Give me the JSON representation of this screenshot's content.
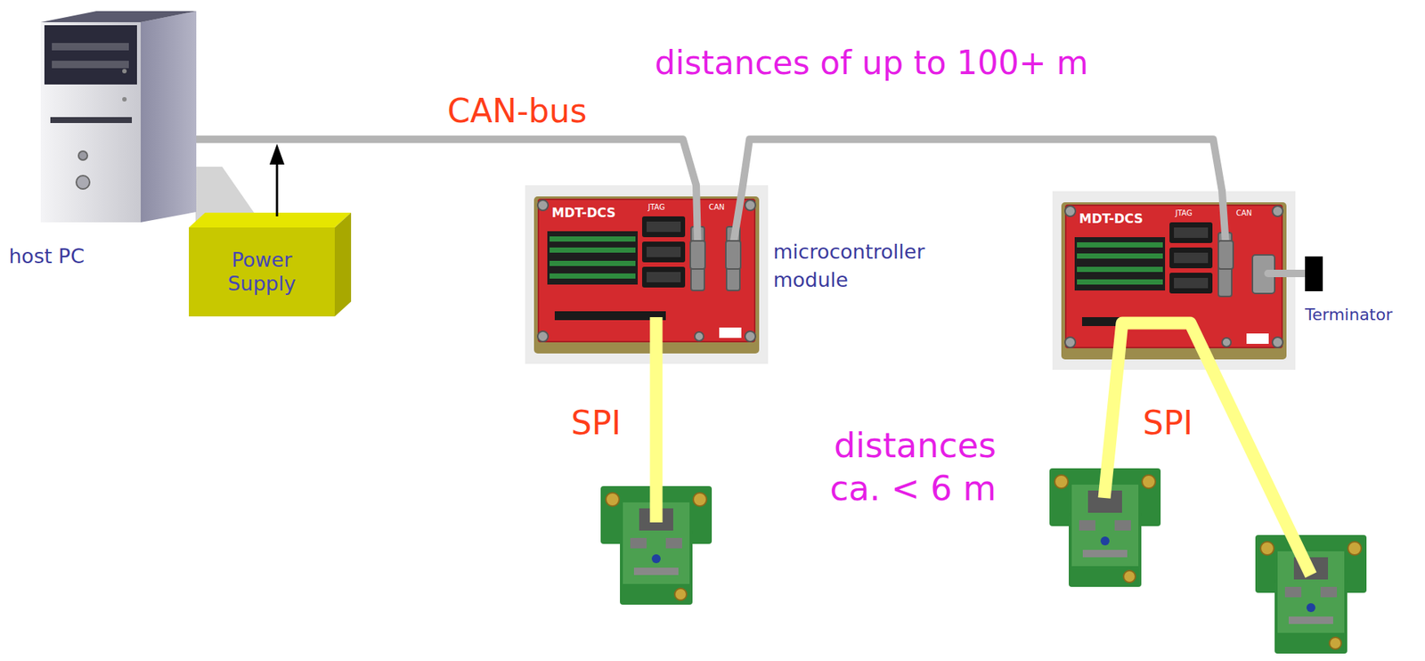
{
  "diagram": {
    "nodes": [
      {
        "text": [
          "host PC"
        ]
      },
      {
        "text": [
          "Power Supply"
        ]
      },
      {
        "text": [
          "MDT-DCS",
          "JTAG",
          "CAN",
          "microcontroller module"
        ]
      },
      {
        "text": [
          "MDT-DCS",
          "JTAG",
          "CAN"
        ]
      },
      {
        "text": [
          "Terminator"
        ]
      }
    ],
    "edges": [
      {
        "from": 0,
        "to": 2,
        "label": "CAN-bus",
        "arrow": "none"
      },
      {
        "from": 2,
        "to": 3,
        "arrow": "none"
      },
      {
        "from": 3,
        "to": 4,
        "arrow": "none"
      }
    ],
    "labels": [
      "distances of up to 100+ m",
      "SPI",
      "distances ca. < 6 m",
      "SPI"
    ]
  }
}
